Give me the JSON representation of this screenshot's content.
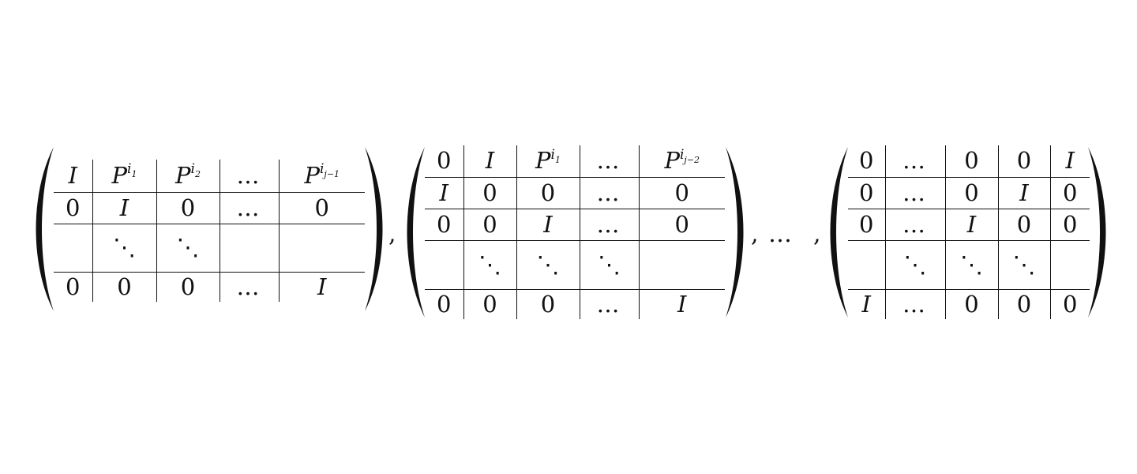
{
  "separators": {
    "comma": ",",
    "ellipsis": "…"
  },
  "matrices": [
    {
      "rows": [
        [
          {
            "base": "I"
          },
          {
            "base": "P",
            "sup": "i",
            "sub": "1"
          },
          {
            "base": "P",
            "sup": "i",
            "sub": "2"
          },
          {
            "text": "…"
          },
          {
            "base": "P",
            "sup": "i",
            "sub": "j−1"
          }
        ],
        [
          {
            "text": "0"
          },
          {
            "base": "I"
          },
          {
            "text": "0"
          },
          {
            "text": "…"
          },
          {
            "text": "0"
          }
        ],
        [
          {
            "text": ""
          },
          {
            "diag": "⋱"
          },
          {
            "diag": "⋱"
          },
          {
            "text": ""
          },
          {
            "text": ""
          }
        ],
        [
          {
            "text": "0"
          },
          {
            "text": "0"
          },
          {
            "text": "0"
          },
          {
            "text": "…"
          },
          {
            "base": "I"
          }
        ]
      ]
    },
    {
      "rows": [
        [
          {
            "text": "0"
          },
          {
            "base": "I"
          },
          {
            "base": "P",
            "sup": "i",
            "sub": "1"
          },
          {
            "text": "…"
          },
          {
            "base": "P",
            "sup": "i",
            "sub": "j−2"
          }
        ],
        [
          {
            "base": "I"
          },
          {
            "text": "0"
          },
          {
            "text": "0"
          },
          {
            "text": "…"
          },
          {
            "text": "0"
          }
        ],
        [
          {
            "text": "0"
          },
          {
            "text": "0"
          },
          {
            "base": "I"
          },
          {
            "text": "…"
          },
          {
            "text": "0"
          }
        ],
        [
          {
            "text": ""
          },
          {
            "diag": "⋱"
          },
          {
            "diag": "⋱"
          },
          {
            "diag": "⋱"
          },
          {
            "text": ""
          }
        ],
        [
          {
            "text": "0"
          },
          {
            "text": "0"
          },
          {
            "text": "0"
          },
          {
            "text": "…"
          },
          {
            "base": "I"
          }
        ]
      ]
    },
    {
      "rows": [
        [
          {
            "text": "0"
          },
          {
            "text": "…"
          },
          {
            "text": "0"
          },
          {
            "text": "0"
          },
          {
            "base": "I"
          }
        ],
        [
          {
            "text": "0"
          },
          {
            "text": "…"
          },
          {
            "text": "0"
          },
          {
            "base": "I"
          },
          {
            "text": "0"
          }
        ],
        [
          {
            "text": "0"
          },
          {
            "text": "…"
          },
          {
            "base": "I"
          },
          {
            "text": "0"
          },
          {
            "text": "0"
          }
        ],
        [
          {
            "text": ""
          },
          {
            "diag": "⋱"
          },
          {
            "diag": "⋱"
          },
          {
            "diag": "⋱"
          },
          {
            "text": ""
          }
        ],
        [
          {
            "base": "I"
          },
          {
            "text": "…"
          },
          {
            "text": "0"
          },
          {
            "text": "0"
          },
          {
            "text": "0"
          }
        ]
      ]
    }
  ]
}
